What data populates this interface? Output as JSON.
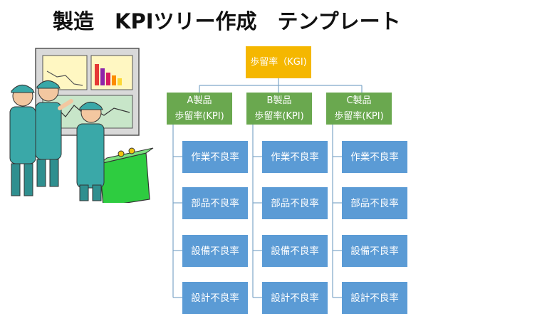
{
  "title": "製造　KPIツリー作成　テンプレート",
  "kgi": {
    "label": "歩留率（KGI)"
  },
  "kpis": [
    {
      "line1": "A製品",
      "line2": "歩留率(KPI)",
      "metrics": [
        "作業不良率",
        "部品不良率",
        "設備不良率",
        "設計不良率"
      ]
    },
    {
      "line1": "B製品",
      "line2": "歩留率(KPI)",
      "metrics": [
        "作業不良率",
        "部品不良率",
        "設備不良率",
        "設計不良率"
      ]
    },
    {
      "line1": "C製品",
      "line2": "歩留率(KPI)",
      "metrics": [
        "作業不良率",
        "部品不良率",
        "設備不良率",
        "設計不良率"
      ]
    }
  ],
  "colors": {
    "kgi": "#F5B700",
    "kpi": "#6AA84F",
    "metric": "#5B9BD5",
    "connector": "#7FA7C9"
  },
  "illustration": "factory-workers-monitoring-dashboard-icon"
}
